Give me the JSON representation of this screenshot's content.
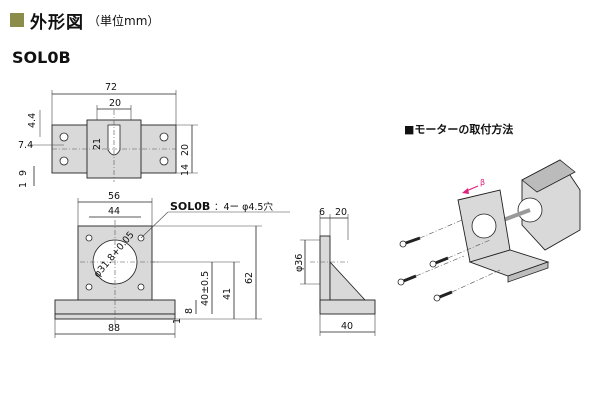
{
  "header": {
    "title": "外形図",
    "unit": "（単位mm）"
  },
  "model": "SOL0B",
  "callout": {
    "model": "SOL0B",
    "spec": "：4ー φ4.5穴"
  },
  "install_note": "■モーターの取付方法",
  "top_view": {
    "d72": "72",
    "d20": "20",
    "d21": "21",
    "d44": "4.4",
    "d74": "7.4",
    "d20r": "20",
    "d14": "14",
    "d9": "9",
    "d1": "1"
  },
  "front_view": {
    "d56": "56",
    "d44": "44",
    "d88": "88",
    "d62": "62",
    "d41": "41",
    "d40": "40±0.5",
    "d8": "8",
    "d1": "1",
    "phi": "φ31.8+0.05"
  },
  "side_view": {
    "d6": "6",
    "d20": "20",
    "d40": "40",
    "phi": "φ36"
  },
  "iso_label": "β",
  "colors": {
    "accent": "#8c8c4a",
    "part_fill": "#d9d9d9",
    "arrow": "#e0207a"
  }
}
